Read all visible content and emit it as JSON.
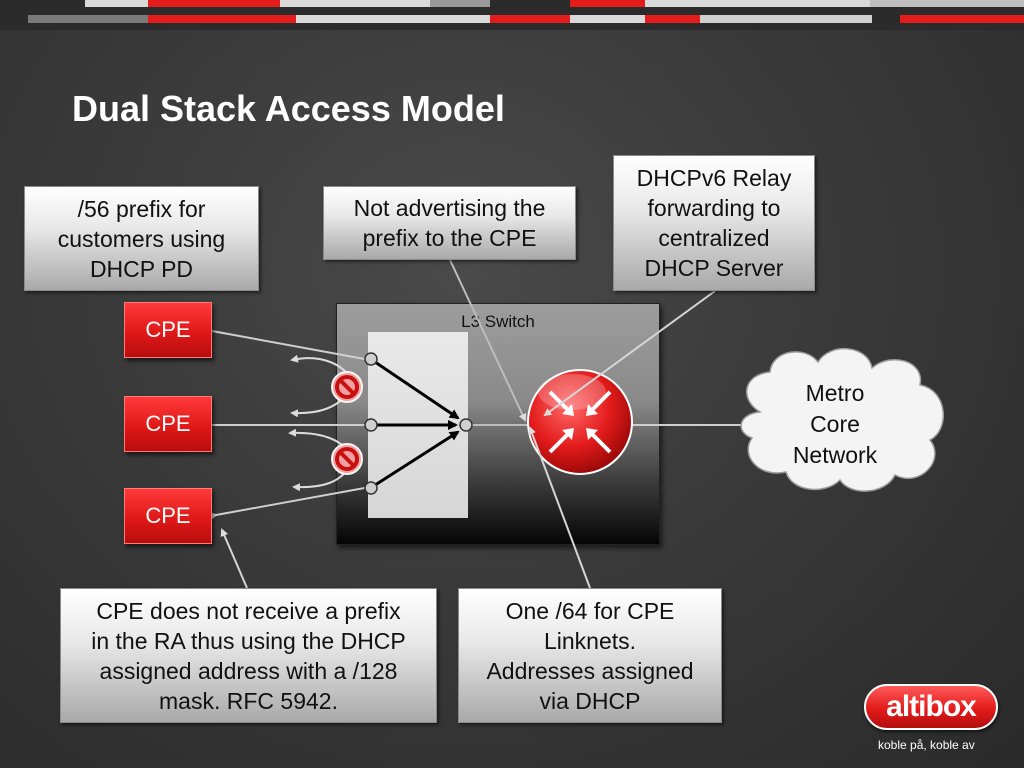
{
  "title": "Dual Stack Access Model",
  "callouts": {
    "prefix56": [
      "/56 prefix for",
      "customers using",
      "DHCP PD"
    ],
    "not_advertising": [
      "Not advertising the",
      "prefix to the CPE"
    ],
    "dhcpv6_relay": [
      "DHCPv6 Relay",
      "forwarding to",
      "centralized",
      "DHCP Server"
    ],
    "cpe_no_prefix": [
      "CPE does not receive a prefix",
      "in the RA thus using the DHCP",
      "assigned address with a /128",
      "mask. RFC 5942."
    ],
    "one_64": [
      "One /64 for CPE",
      "Linknets.",
      "Addresses assigned",
      "via DHCP"
    ]
  },
  "cpe_nodes": [
    "CPE",
    "CPE",
    "CPE"
  ],
  "switch_label": "L3 Switch",
  "cloud": [
    "Metro",
    "Core",
    "Network"
  ],
  "brand": {
    "logo_text": "altibox",
    "tagline": "koble på, koble av"
  },
  "colors": {
    "accent_red": "#e31b1b",
    "background": "#3a3a3a",
    "callout_top": "#ffffff",
    "callout_bottom": "#a9a9a9"
  },
  "icons": [
    "no-entry-icon",
    "router-icon",
    "cloud-icon"
  ]
}
